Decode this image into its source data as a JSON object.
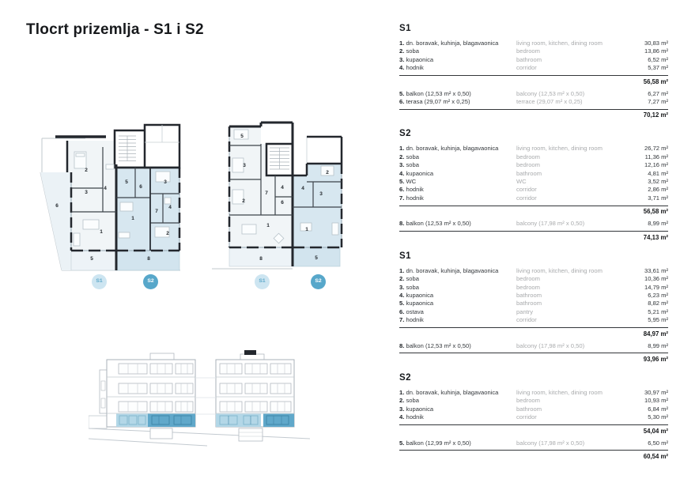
{
  "title": {
    "regular": "Tlocrt prizemlja - ",
    "bold": "S1 i S2"
  },
  "colors": {
    "wall": "#23272d",
    "s1_fill": "#f1f5f7",
    "s2_fill": "#d7e7f0",
    "badge_s1_bg": "#cde5f1",
    "badge_s1_text": "#5fa9ca",
    "badge_s2_bg": "#57a7ca",
    "badge_s2_text": "#ffffff",
    "elevation_light": "#b3d7e7",
    "elevation_dark": "#60a8ca",
    "table_gray_text": "#a9abad"
  },
  "plans": [
    {
      "badges": [
        "S1",
        "S2"
      ],
      "s1_rooms": [
        "2",
        "3",
        "4",
        "6",
        "1",
        "5"
      ],
      "s2_rooms": [
        "5",
        "6",
        "3",
        "7",
        "4",
        "1",
        "2",
        "8"
      ]
    },
    {
      "badges": [
        "S1",
        "S2"
      ],
      "s1_rooms": [
        "5",
        "3",
        "2",
        "7",
        "4",
        "6",
        "1",
        "8"
      ],
      "s2_rooms": [
        "2",
        "4",
        "3",
        "1",
        "5"
      ]
    }
  ],
  "sections": [
    {
      "heading": "S1",
      "groups": [
        {
          "rows": [
            {
              "n": "1.",
              "hr": "dn. boravak, kuhinja, blagavaonica",
              "en": "living room, kitchen, dining room",
              "a": "30,83 m²"
            },
            {
              "n": "2.",
              "hr": "soba",
              "en": "bedroom",
              "a": "13,86 m²"
            },
            {
              "n": "3.",
              "hr": "kupaonica",
              "en": "bathroom",
              "a": "6,52 m²"
            },
            {
              "n": "4.",
              "hr": "hodnik",
              "en": "corridor",
              "a": "5,37 m²"
            }
          ],
          "total": "56,58 m²"
        },
        {
          "rows": [
            {
              "n": "5.",
              "hr": "balkon (12,53 m² x 0,50)",
              "en": "balcony (12,53 m² x 0,50)",
              "a": "6,27 m²"
            },
            {
              "n": "6.",
              "hr": "terasa (29,07 m² x 0,25)",
              "en": "terrace (29,07 m² x 0,25)",
              "a": "7,27 m²"
            }
          ],
          "total": "70,12 m²"
        }
      ]
    },
    {
      "heading": "S2",
      "groups": [
        {
          "rows": [
            {
              "n": "1.",
              "hr": "dn. boravak, kuhinja, blagavaonica",
              "en": "living room, kitchen, dining room",
              "a": "26,72 m²"
            },
            {
              "n": "2.",
              "hr": "soba",
              "en": "bedroom",
              "a": "11,36 m²"
            },
            {
              "n": "3.",
              "hr": "soba",
              "en": "bedroom",
              "a": "12,16 m²"
            },
            {
              "n": "4.",
              "hr": "kupaonica",
              "en": "bathroom",
              "a": "4,81 m²"
            },
            {
              "n": "5.",
              "hr": "WC",
              "en": "WC",
              "a": "3,52 m²"
            },
            {
              "n": "6.",
              "hr": "hodnik",
              "en": "corridor",
              "a": "2,86 m²"
            },
            {
              "n": "7.",
              "hr": "hodnik",
              "en": "corridor",
              "a": "3,71 m²"
            }
          ],
          "total": "56,58 m²"
        },
        {
          "rows": [
            {
              "n": "8.",
              "hr": "balkon (12,53 m² x 0,50)",
              "en": "balcony (17,98 m² x 0,50)",
              "a": "8,99 m²"
            }
          ],
          "total": "74,13 m²"
        }
      ]
    },
    {
      "heading": "S1",
      "groups": [
        {
          "rows": [
            {
              "n": "1.",
              "hr": "dn. boravak, kuhinja, blagavaonica",
              "en": "living room, kitchen, dining room",
              "a": "33,61 m²"
            },
            {
              "n": "2.",
              "hr": "soba",
              "en": "bedroom",
              "a": "10,36 m²"
            },
            {
              "n": "3.",
              "hr": "soba",
              "en": "bedroom",
              "a": "14,79 m²"
            },
            {
              "n": "4.",
              "hr": "kupaonica",
              "en": "bathroom",
              "a": "6,23 m²"
            },
            {
              "n": "5.",
              "hr": "kupaonica",
              "en": "bathroom",
              "a": "8,82 m²"
            },
            {
              "n": "6.",
              "hr": "ostava",
              "en": "pantry",
              "a": "5,21 m²"
            },
            {
              "n": "7.",
              "hr": "hodnik",
              "en": "corridor",
              "a": "5,95 m²"
            }
          ],
          "total": "84,97 m²"
        },
        {
          "rows": [
            {
              "n": "8.",
              "hr": "balkon (12,53 m² x 0,50)",
              "en": "balcony (17,98 m² x 0,50)",
              "a": "8,99 m²"
            }
          ],
          "total": "93,96 m²"
        }
      ]
    },
    {
      "heading": "S2",
      "groups": [
        {
          "rows": [
            {
              "n": "1.",
              "hr": "dn. boravak, kuhinja, blagavaonica",
              "en": "living room, kitchen, dining room",
              "a": "30,97 m²"
            },
            {
              "n": "2.",
              "hr": "soba",
              "en": "bedroom",
              "a": "10,93 m²"
            },
            {
              "n": "3.",
              "hr": "kupaonica",
              "en": "bathroom",
              "a": "6,84 m²"
            },
            {
              "n": "4.",
              "hr": "hodnik",
              "en": "corridor",
              "a": "5,30 m²"
            }
          ],
          "total": "54,04 m²"
        },
        {
          "rows": [
            {
              "n": "5.",
              "hr": "balkon (12,99 m² x 0,50)",
              "en": "balcony (17,98 m² x 0,50)",
              "a": "6,50 m²"
            }
          ],
          "total": "60,54 m²"
        }
      ]
    }
  ]
}
